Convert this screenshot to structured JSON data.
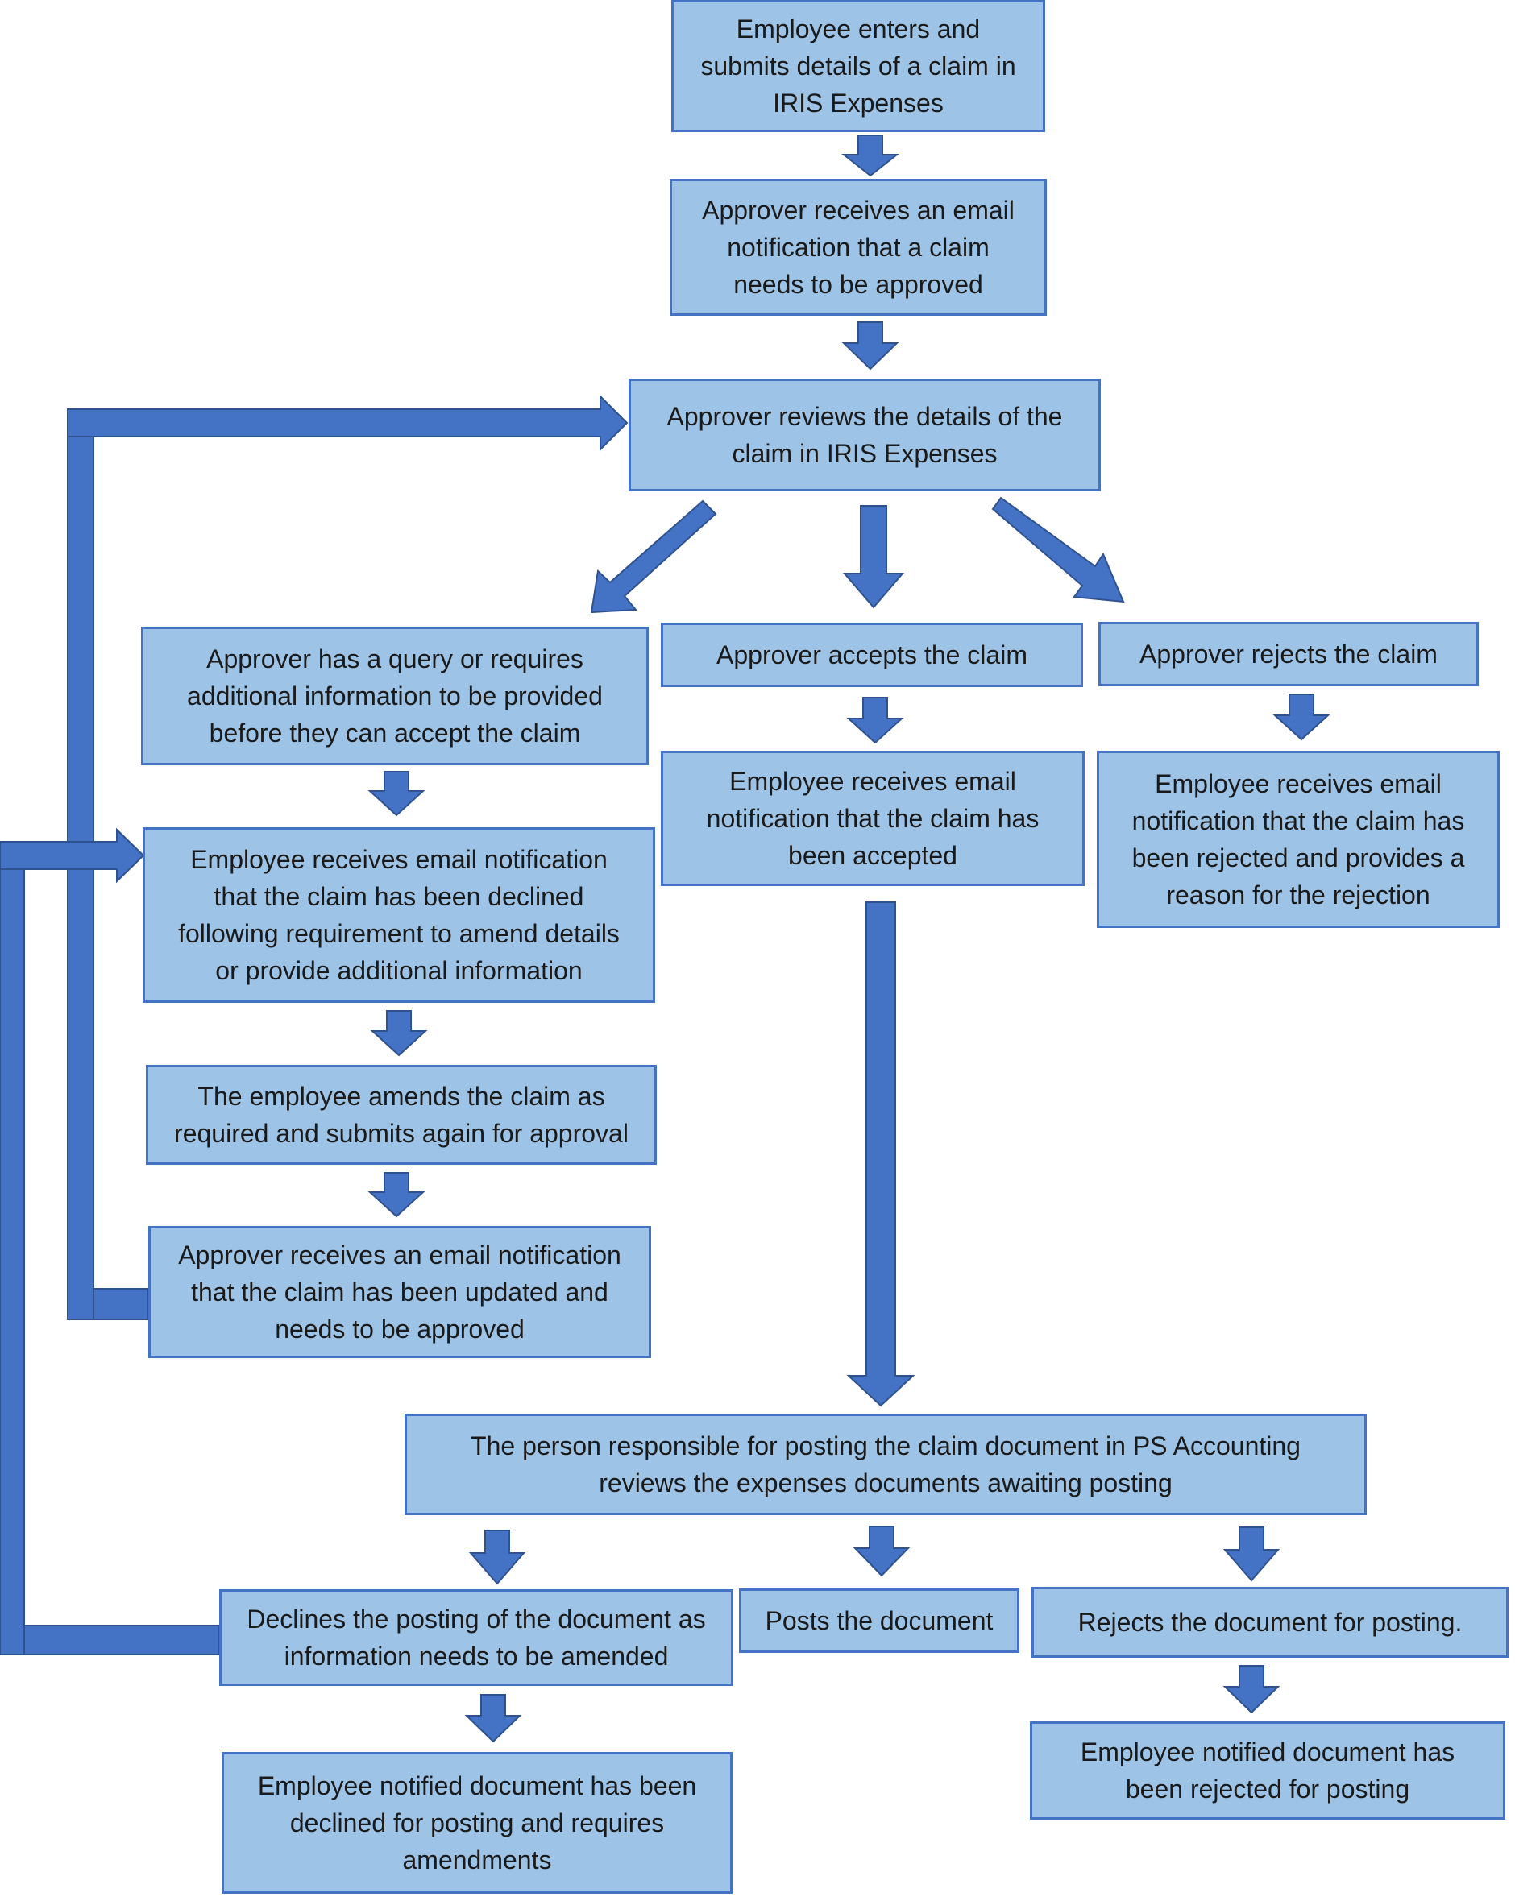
{
  "colors": {
    "box_fill": "#9dc3e6",
    "box_border": "#4472c4",
    "arrow": "#4472c4",
    "arrow_border": "#2f528f"
  },
  "nodes": {
    "submit": "Employee enters and\nsubmits details of a claim in\nIRIS Expenses",
    "approver_notified": "Approver receives an email\nnotification that a claim\nneeds to be approved",
    "review": "Approver reviews the details of the\nclaim in IRIS Expenses",
    "query": "Approver has a query or requires\nadditional information to be provided\nbefore they can accept the claim",
    "accepts": "Approver accepts the claim",
    "rejects": "Approver rejects the claim",
    "accepted_notice": "Employee receives email\nnotification that the claim has\nbeen accepted",
    "rejected_notice": "Employee receives email\nnotification that the claim has\nbeen rejected and provides a\nreason for the rejection",
    "declined_notice": "Employee receives email notification\nthat the claim has been declined\nfollowing requirement to amend details\nor provide additional information",
    "amends": "The employee amends the claim as\nrequired and submits again for approval",
    "updated_notice": "Approver receives an email notification\nthat the claim has been updated and\nneeds to be approved",
    "posting_review": "The person responsible for posting the claim document in PS Accounting\nreviews the expenses documents awaiting posting",
    "declines_posting": "Declines the posting of the document as\ninformation needs to be amended",
    "posts": "Posts the document",
    "rejects_posting": "Rejects the document for posting.",
    "declined_posting_notice": "Employee notified document has been\ndeclined for posting and requires\namendments",
    "rejected_posting_notice": "Employee notified document has\nbeen rejected for posting"
  }
}
